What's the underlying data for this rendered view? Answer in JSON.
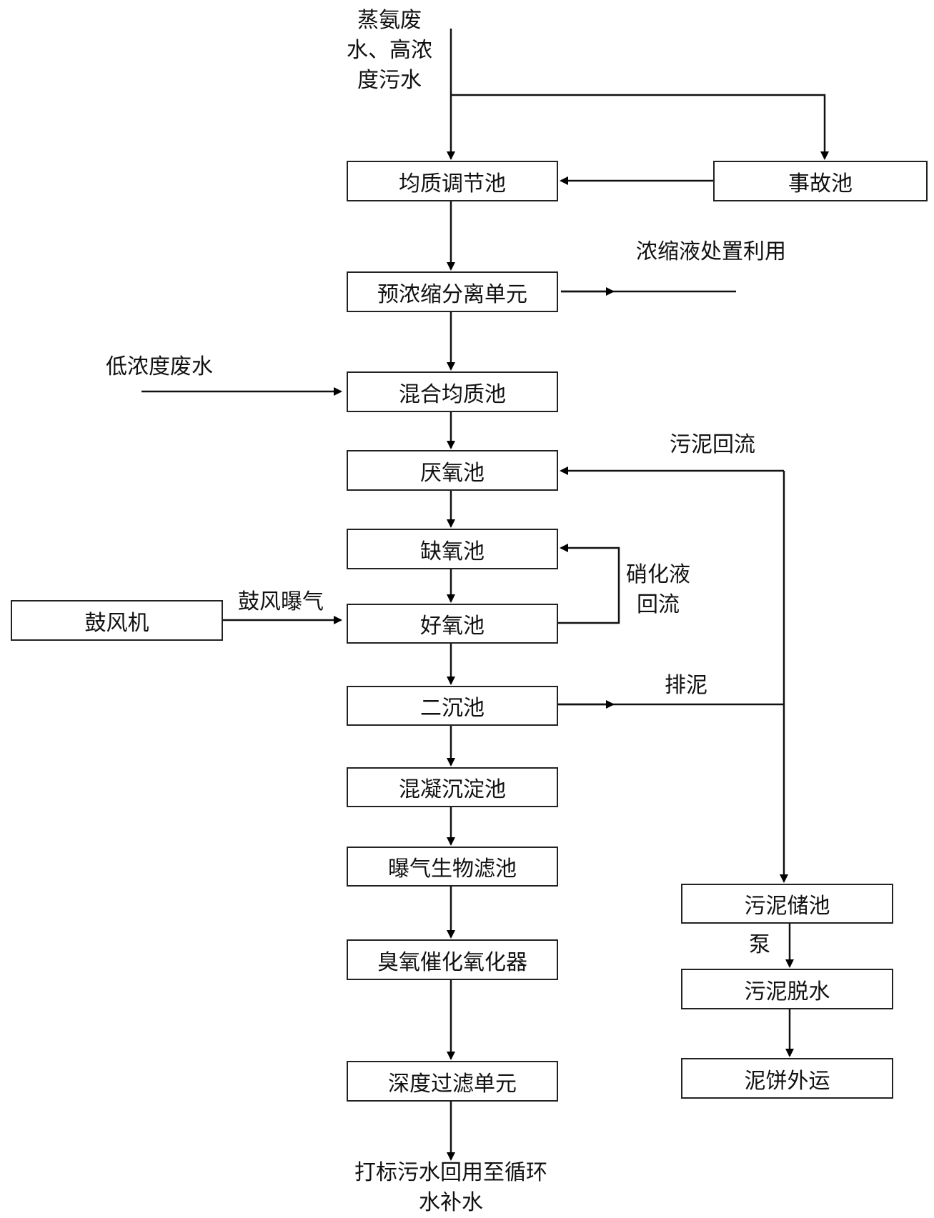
{
  "inputs": {
    "ammonia_wastewater": "蒸氨废\n水、高浓\n度污水",
    "low_conc_wastewater": "低浓度废水"
  },
  "boxes": {
    "homogenization_tank": "均质调节池",
    "accident_tank": "事故池",
    "preconcentration_unit": "预浓缩分离单元",
    "mixing_tank": "混合均质池",
    "anaerobic_tank": "厌氧池",
    "anoxic_tank": "缺氧池",
    "aerobic_tank": "好氧池",
    "blower": "鼓风机",
    "secondary_clarifier": "二沉池",
    "coagulation_tank": "混凝沉淀池",
    "baf": "曝气生物滤池",
    "ozone_oxidizer": "臭氧催化氧化器",
    "deep_filtration": "深度过滤单元",
    "sludge_storage": "污泥储池",
    "sludge_dewatering": "污泥脱水",
    "cake_transport": "泥饼外运"
  },
  "labels": {
    "concentrate_disposal": "浓缩液处置利用",
    "sludge_return": "污泥回流",
    "nitrified_return": "硝化液\n回流",
    "blower_aeration": "鼓风曝气",
    "sludge_discharge": "排泥",
    "pump": "泵",
    "final_output": "打标污水回用至循环\n水补水"
  }
}
